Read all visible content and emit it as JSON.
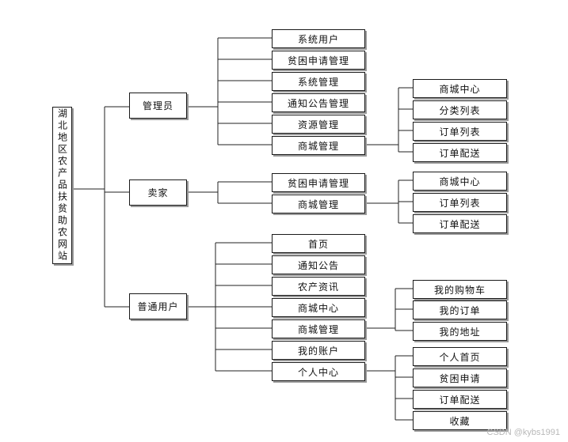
{
  "root": "湖北地区农产品扶贫助农网站",
  "roles": {
    "admin": {
      "label": "管理员",
      "items": [
        "系统用户",
        "贫困申请管理",
        "系统管理",
        "通知公告管理",
        "资源管理",
        "商城管理"
      ],
      "mall_items": [
        "商城中心",
        "分类列表",
        "订单列表",
        "订单配送"
      ]
    },
    "seller": {
      "label": "卖家",
      "items": [
        "贫困申请管理",
        "商城管理"
      ],
      "mall_items": [
        "商城中心",
        "订单列表",
        "订单配送"
      ]
    },
    "user": {
      "label": "普通用户",
      "items": [
        "首页",
        "通知公告",
        "农产资讯",
        "商城中心",
        "商城管理",
        "我的账户",
        "个人中心"
      ],
      "mall_items": [
        "我的购物车",
        "我的订单",
        "我的地址"
      ],
      "center_items": [
        "个人首页",
        "贫困申请",
        "订单配送",
        "收藏"
      ]
    }
  },
  "watermark": "CSDN @kybs1991"
}
